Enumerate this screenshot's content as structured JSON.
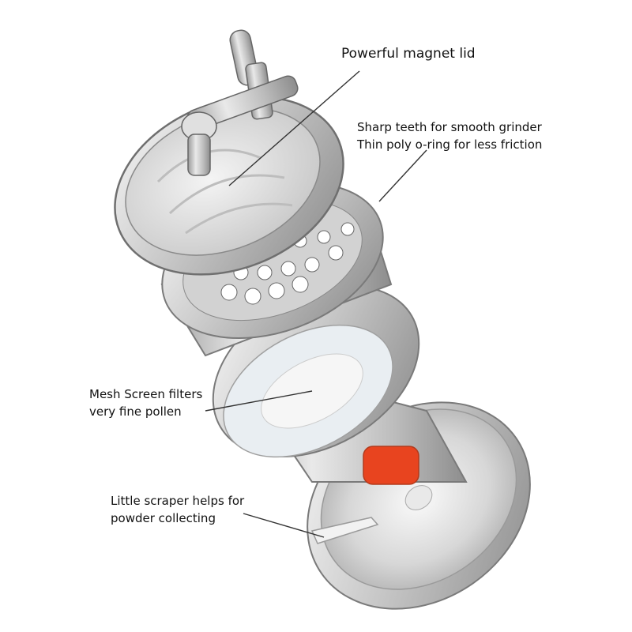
{
  "callouts": {
    "magnet_lid": [
      "Powerful magnet lid"
    ],
    "teeth": [
      "Sharp teeth for smooth grinder",
      "Thin poly o-ring for less friction"
    ],
    "mesh": [
      "Mesh Screen filters",
      "very fine pollen"
    ],
    "scraper": [
      "Little scraper helps for",
      "powder collecting"
    ]
  },
  "colors": {
    "metal_light": "#e6e6e6",
    "metal_mid": "#bdbdbd",
    "metal_dark": "#7a7a7a",
    "window_accent": "#e8441f",
    "leader_line": "#333333"
  }
}
